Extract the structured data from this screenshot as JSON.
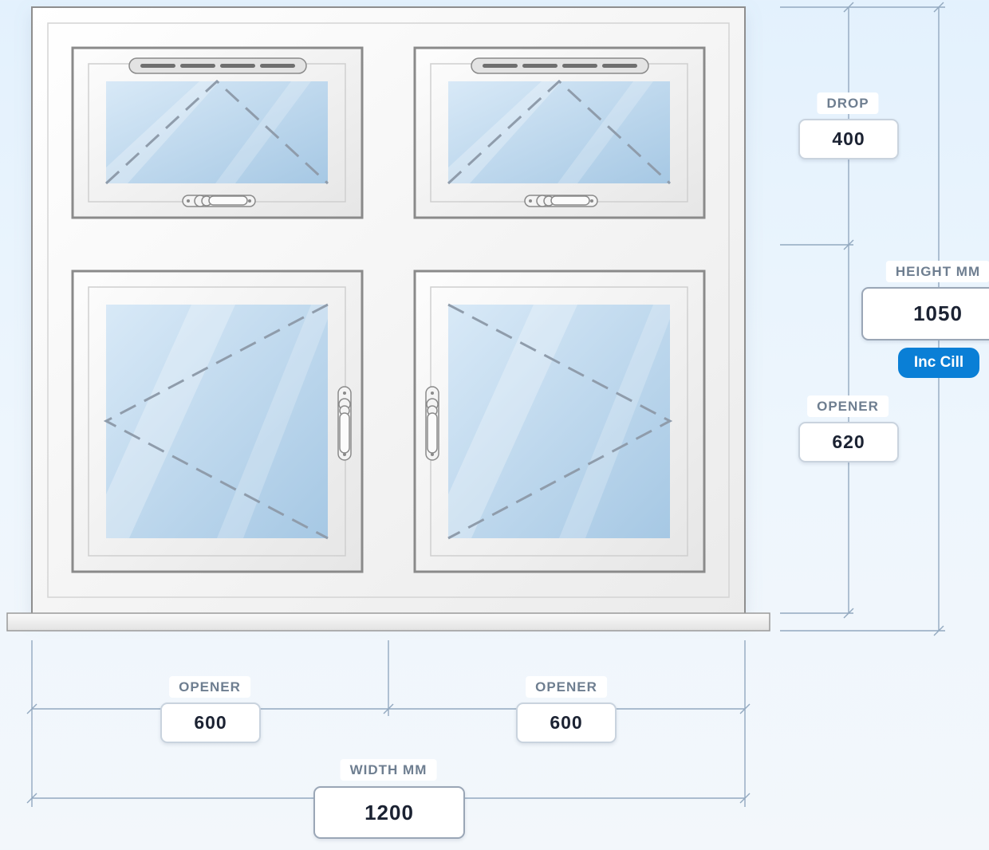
{
  "colors": {
    "frame": "#8e8e8e",
    "glass": "#a9cbe6",
    "dimension_line": "#93a9c0",
    "label_text": "#6e7e90",
    "accent": "#0a7fd6"
  },
  "icons": {
    "trickle_vent": "trickle-vent-icon",
    "handle": "window-handle-icon"
  },
  "dimensions": {
    "drop": {
      "label": "DROP",
      "value": "400"
    },
    "height": {
      "label": "HEIGHT MM",
      "value": "1050",
      "badge": "Inc Cill"
    },
    "side_opener": {
      "label": "OPENER",
      "value": "620"
    },
    "opener_left": {
      "label": "OPENER",
      "value": "600"
    },
    "opener_right": {
      "label": "OPENER",
      "value": "600"
    },
    "width": {
      "label": "WIDTH MM",
      "value": "1200"
    }
  }
}
